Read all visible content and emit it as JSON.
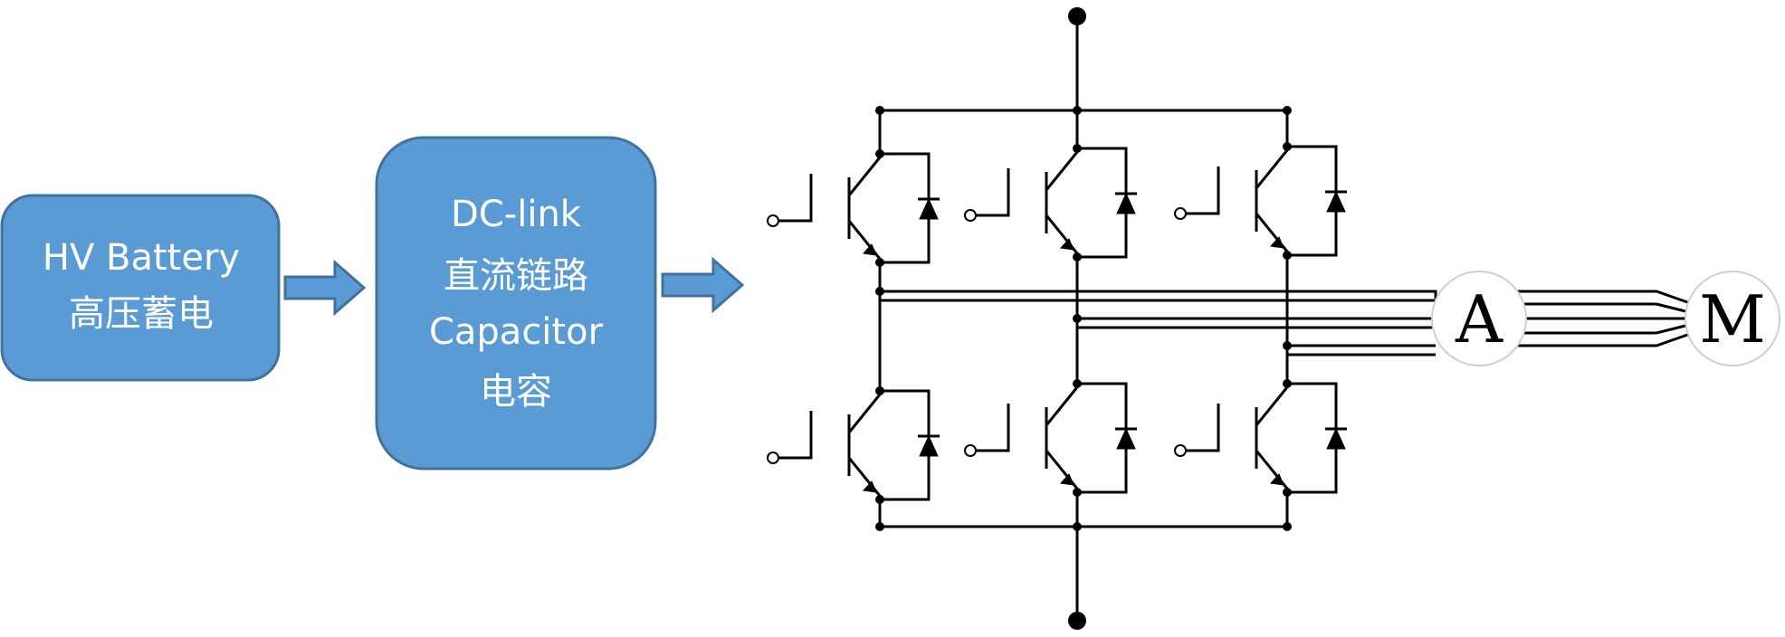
{
  "blocks": {
    "battery": {
      "line1": "HV Battery",
      "line2": "高压蓄电"
    },
    "dclink": {
      "line1": "DC-link",
      "line2": "直流链路",
      "line3": "Capacitor",
      "line4": "电容"
    }
  },
  "meters": {
    "ammeter": "A",
    "motor": "M"
  },
  "colors": {
    "block_fill": "#5B9BD5",
    "block_border": "#41719C",
    "wire": "#000000"
  }
}
